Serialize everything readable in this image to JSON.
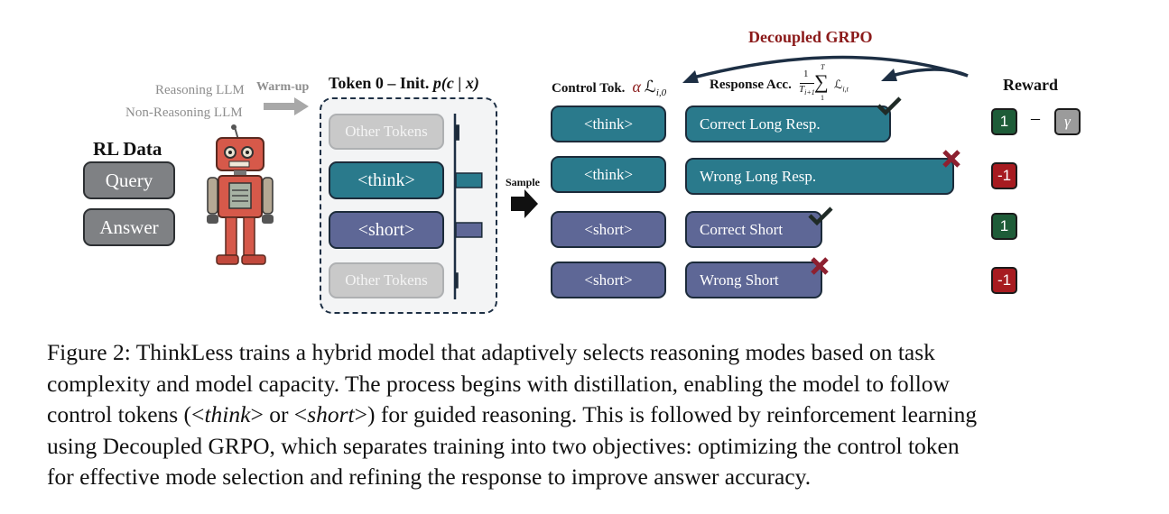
{
  "figure": {
    "rl_data": {
      "title": "RL Data",
      "query": "Query",
      "answer": "Answer"
    },
    "models": {
      "reasoning": "Reasoning LLM",
      "non_reasoning": "Non-Reasoning LLM",
      "warmup": "Warm-up"
    },
    "token0": {
      "title_text": "Token 0 – Init.",
      "formula": "p(c | x)",
      "tokens": [
        {
          "label": "Other Tokens",
          "prob": 0.04
        },
        {
          "label": "<think>",
          "prob": 0.36
        },
        {
          "label": "<short>",
          "prob": 0.36
        },
        {
          "label": "Other Tokens",
          "prob": 0.02
        }
      ]
    },
    "sample_label": "Sample",
    "decoupled_grpo": "Decoupled GRPO",
    "control_tok": {
      "label": "Control Tok.",
      "alpha": "α",
      "loss": "ℒ",
      "loss_sub": "i,0"
    },
    "response_acc": {
      "label": "Response Acc.",
      "frac_num": "1",
      "frac_den": "T",
      "frac_den_sub": "i+1",
      "sum_top": "T",
      "sum_bottom": "1",
      "loss": "ℒ",
      "loss_sub": "i,t"
    },
    "reward_title": "Reward",
    "rows": [
      {
        "control": "<think>",
        "response": "Correct Long Resp.",
        "mark": "check",
        "reward": "1",
        "penalty": "γ",
        "minus": "–"
      },
      {
        "control": "<think>",
        "response": "Wrong Long Resp.",
        "mark": "cross",
        "reward": "-1"
      },
      {
        "control": "<short>",
        "response": "Correct Short",
        "mark": "check",
        "reward": "1"
      },
      {
        "control": "<short>",
        "response": "Wrong Short",
        "mark": "cross",
        "reward": "-1"
      }
    ]
  },
  "caption": {
    "line1": "Figure 2: ThinkLess trains a hybrid model that adaptively selects reasoning modes based on task",
    "line2": "complexity and model capacity. The process begins with distillation, enabling the model to follow",
    "line3_a": "control tokens (<",
    "line3_think": "think",
    "line3_b": "> or <",
    "line3_short": "short",
    "line3_c": ">) for guided reasoning. This is followed by reinforcement learning",
    "line4": "using Decoupled GRPO, which separates training into two objectives: optimizing the control token",
    "line5": "for effective mode selection and refining the response to improve answer accuracy."
  },
  "colors": {
    "teal": "#2a7a8c",
    "slate": "#5e6796",
    "dark_navy": "#1c2b3a",
    "grpo_red": "#8b1a1a",
    "reward_green": "#1e5c38",
    "reward_red": "#a71b20"
  }
}
